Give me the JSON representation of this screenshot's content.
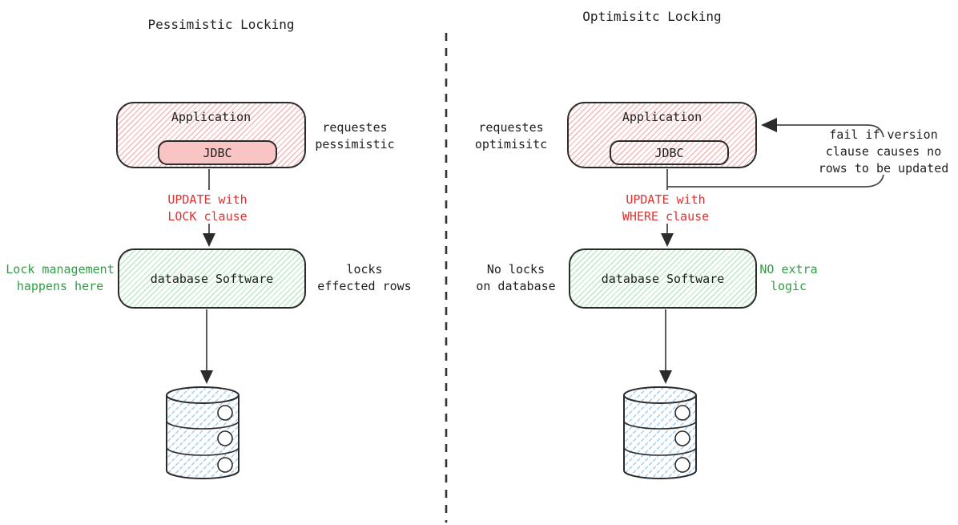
{
  "diagram": {
    "kind": "locking-comparison",
    "titles": {
      "left": "Pessimistic Locking",
      "right": "Optimisitc Locking"
    },
    "left": {
      "app_box_label": "Application",
      "jdbc_label": "JDBC",
      "request_note": "requestes\npessimistic",
      "update_label": "UPDATE with\nLOCK clause",
      "db_box_label": "database Software",
      "lock_mgmt_note": "Lock management\nhappens here",
      "locks_note": "locks\neffected rows"
    },
    "right": {
      "app_box_label": "Application",
      "jdbc_label": "JDBC",
      "request_note": "requestes\noptimisitc",
      "fail_note": "fail if version\nclause causes no\nrows to be updated",
      "update_label": "UPDATE with\nWHERE clause",
      "db_box_label": "database Software",
      "no_locks_note": "No locks\non database",
      "no_extra_note": "NO extra\nlogic"
    },
    "icons": {
      "left_database": "database-cylinder",
      "right_database": "database-cylinder"
    },
    "colors": {
      "accent_red": "#e03131",
      "accent_green": "#2f9e44",
      "box_stroke": "#2b2b2b",
      "arrow_stroke": "#4a4a4a",
      "pink_hatch": "#f4b9b9",
      "pink_solid": "#f9c4c4",
      "green_hatch": "#bfe8c9",
      "blue_hatch": "#9ec9ea",
      "divider": "#343434"
    }
  }
}
